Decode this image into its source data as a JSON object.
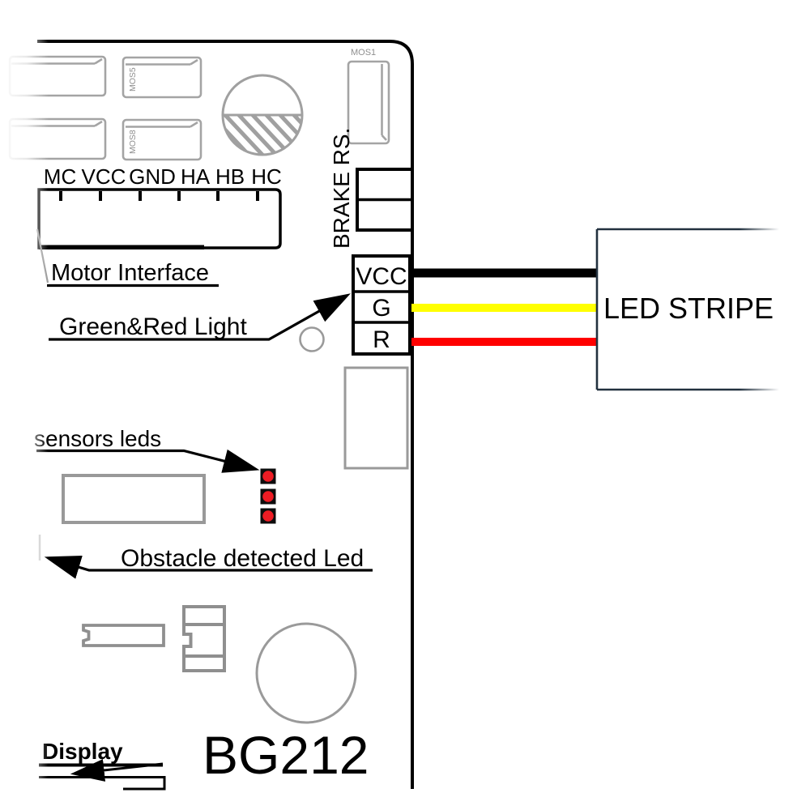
{
  "board": {
    "name": "BG212"
  },
  "component_refs": {
    "mos1": "MOS1",
    "mos5": "MOS5",
    "mos8": "MOS8"
  },
  "brake_resistor_label": "BRAKE RS.",
  "motor_interface": {
    "label": "Motor Interface",
    "pins": [
      "MC",
      "VCC",
      "GND",
      "HA",
      "HB",
      "HC"
    ]
  },
  "light_connector": {
    "label": "Green&Red Light",
    "pins": [
      "VCC",
      "G",
      "R"
    ]
  },
  "led_stripe": {
    "label": "LED STRIPE"
  },
  "annotations": {
    "sensors_leds": "sensors leds",
    "obstacle_detected": "Obstacle detected Led",
    "display": "Display"
  },
  "wires": {
    "vcc": {
      "color": "#000000"
    },
    "green": {
      "color": "#ffff00"
    },
    "red": {
      "color": "#ff0000"
    }
  },
  "indicator_leds": {
    "count": 3,
    "color": "#ed1c24"
  },
  "colors": {
    "board_outline": "#000000",
    "component_outline": "#9b9b9b",
    "led_box_border": "#22313f",
    "text": "#000000"
  }
}
